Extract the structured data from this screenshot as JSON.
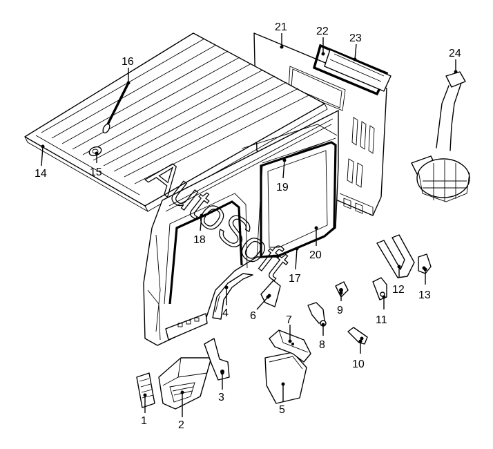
{
  "watermark": "AutoSoft",
  "callouts": [
    "1",
    "2",
    "3",
    "4",
    "5",
    "6",
    "7",
    "8",
    "9",
    "10",
    "11",
    "12",
    "13",
    "14",
    "15",
    "16",
    "17",
    "18",
    "19",
    "20",
    "21",
    "22",
    "23",
    "24"
  ]
}
